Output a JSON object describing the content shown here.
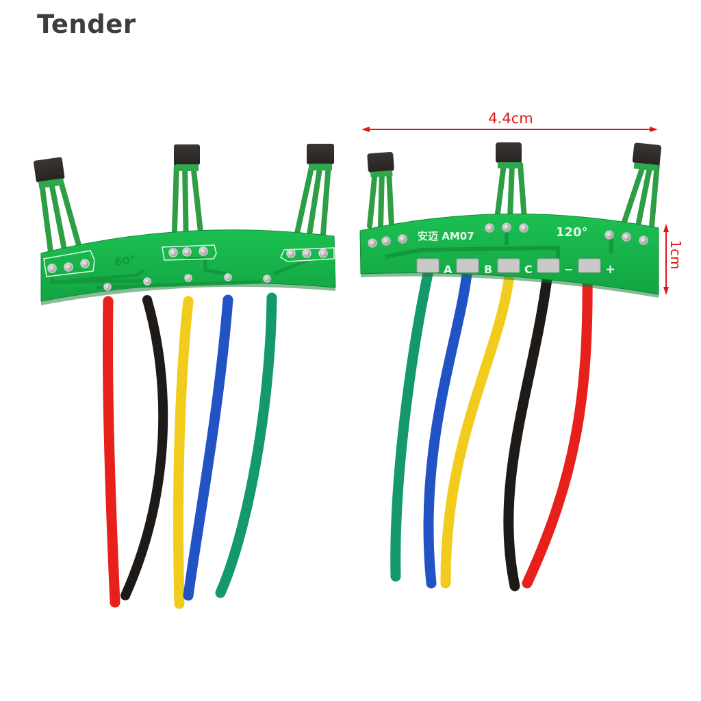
{
  "watermark": {
    "brand": "Tender"
  },
  "product": {
    "description": "Two hall sensor PCB boards with colored lead wires",
    "left_board": {
      "angle_marking": "60°",
      "wire_colors": [
        "red",
        "black",
        "yellow",
        "blue",
        "green"
      ]
    },
    "right_board": {
      "model_label": "安迈 AM07",
      "angle_marking": "120°",
      "pad_labels": [
        "A",
        "B",
        "C",
        "−",
        "+"
      ],
      "wire_colors": [
        "green",
        "blue",
        "yellow",
        "black",
        "red"
      ]
    }
  },
  "dimensions": {
    "width_label": "4.4cm",
    "height_label": "1cm"
  },
  "colors": {
    "pcb_green": "#17b34a",
    "pcb_trace": "#139c3f",
    "sensor_body": "#2e2b29",
    "dimension_red": "#e01515",
    "wire_red": "#e8201c",
    "wire_black": "#1d1a18",
    "wire_yellow": "#f2cc1c",
    "wire_blue": "#2253c4",
    "wire_green": "#149a6a",
    "brand_text": "#3d3d3d"
  }
}
